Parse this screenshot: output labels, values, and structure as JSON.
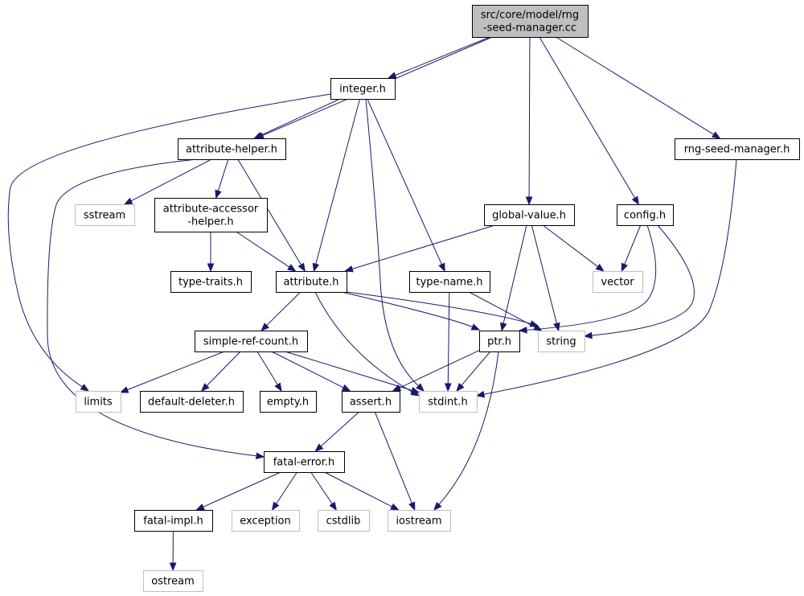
{
  "nodes": [
    {
      "id": "root",
      "lines": [
        "src/core/model/rng",
        "-seed-manager.cc"
      ],
      "kind": "root"
    },
    {
      "id": "integer",
      "lines": [
        "integer.h"
      ],
      "kind": "local"
    },
    {
      "id": "attrhelper",
      "lines": [
        "attribute-helper.h"
      ],
      "kind": "local"
    },
    {
      "id": "rngsm",
      "lines": [
        "rng-seed-manager.h"
      ],
      "kind": "local"
    },
    {
      "id": "sstream",
      "lines": [
        "sstream"
      ],
      "kind": "system"
    },
    {
      "id": "accessor",
      "lines": [
        "attribute-accessor",
        "-helper.h"
      ],
      "kind": "local"
    },
    {
      "id": "globalvalue",
      "lines": [
        "global-value.h"
      ],
      "kind": "local"
    },
    {
      "id": "config",
      "lines": [
        "config.h"
      ],
      "kind": "local"
    },
    {
      "id": "typetraits",
      "lines": [
        "type-traits.h"
      ],
      "kind": "local"
    },
    {
      "id": "attribute",
      "lines": [
        "attribute.h"
      ],
      "kind": "local"
    },
    {
      "id": "typename",
      "lines": [
        "type-name.h"
      ],
      "kind": "local"
    },
    {
      "id": "vector",
      "lines": [
        "vector"
      ],
      "kind": "system"
    },
    {
      "id": "simpleref",
      "lines": [
        "simple-ref-count.h"
      ],
      "kind": "local"
    },
    {
      "id": "ptr",
      "lines": [
        "ptr.h"
      ],
      "kind": "local"
    },
    {
      "id": "string",
      "lines": [
        "string"
      ],
      "kind": "system"
    },
    {
      "id": "limits",
      "lines": [
        "limits"
      ],
      "kind": "system"
    },
    {
      "id": "deleter",
      "lines": [
        "default-deleter.h"
      ],
      "kind": "local"
    },
    {
      "id": "empty",
      "lines": [
        "empty.h"
      ],
      "kind": "local"
    },
    {
      "id": "assert",
      "lines": [
        "assert.h"
      ],
      "kind": "local"
    },
    {
      "id": "stdint",
      "lines": [
        "stdint.h"
      ],
      "kind": "system"
    },
    {
      "id": "fatalerror",
      "lines": [
        "fatal-error.h"
      ],
      "kind": "local"
    },
    {
      "id": "fatalimpl",
      "lines": [
        "fatal-impl.h"
      ],
      "kind": "local"
    },
    {
      "id": "exception",
      "lines": [
        "exception"
      ],
      "kind": "system"
    },
    {
      "id": "cstdlib",
      "lines": [
        "cstdlib"
      ],
      "kind": "system"
    },
    {
      "id": "iostream",
      "lines": [
        "iostream"
      ],
      "kind": "system"
    },
    {
      "id": "ostream",
      "lines": [
        "ostream"
      ],
      "kind": "system"
    }
  ],
  "edges": [
    [
      "root",
      "integer"
    ],
    [
      "root",
      "attrhelper"
    ],
    [
      "root",
      "globalvalue"
    ],
    [
      "root",
      "config"
    ],
    [
      "root",
      "rngsm"
    ],
    [
      "integer",
      "attrhelper"
    ],
    [
      "integer",
      "limits"
    ],
    [
      "integer",
      "attribute"
    ],
    [
      "integer",
      "stdint"
    ],
    [
      "integer",
      "typename"
    ],
    [
      "attrhelper",
      "sstream"
    ],
    [
      "attrhelper",
      "accessor"
    ],
    [
      "attrhelper",
      "attribute"
    ],
    [
      "attrhelper",
      "fatalerror"
    ],
    [
      "accessor",
      "typetraits"
    ],
    [
      "accessor",
      "attribute"
    ],
    [
      "rngsm",
      "stdint"
    ],
    [
      "globalvalue",
      "attribute"
    ],
    [
      "globalvalue",
      "vector"
    ],
    [
      "globalvalue",
      "string"
    ],
    [
      "globalvalue",
      "ptr"
    ],
    [
      "config",
      "vector"
    ],
    [
      "config",
      "ptr"
    ],
    [
      "config",
      "string"
    ],
    [
      "attribute",
      "simpleref"
    ],
    [
      "attribute",
      "ptr"
    ],
    [
      "attribute",
      "string"
    ],
    [
      "attribute",
      "stdint"
    ],
    [
      "typename",
      "string"
    ],
    [
      "typename",
      "stdint"
    ],
    [
      "simpleref",
      "limits"
    ],
    [
      "simpleref",
      "deleter"
    ],
    [
      "simpleref",
      "empty"
    ],
    [
      "simpleref",
      "assert"
    ],
    [
      "simpleref",
      "stdint"
    ],
    [
      "ptr",
      "assert"
    ],
    [
      "ptr",
      "stdint"
    ],
    [
      "ptr",
      "iostream"
    ],
    [
      "assert",
      "fatalerror"
    ],
    [
      "assert",
      "iostream"
    ],
    [
      "fatalerror",
      "fatalimpl"
    ],
    [
      "fatalerror",
      "exception"
    ],
    [
      "fatalerror",
      "cstdlib"
    ],
    [
      "fatalerror",
      "iostream"
    ],
    [
      "fatalimpl",
      "ostream"
    ]
  ],
  "colors": {
    "edge": "#191970",
    "local_border": "#000000",
    "system_border": "#bfbfbf",
    "root_fill": "#bfbfbf"
  }
}
